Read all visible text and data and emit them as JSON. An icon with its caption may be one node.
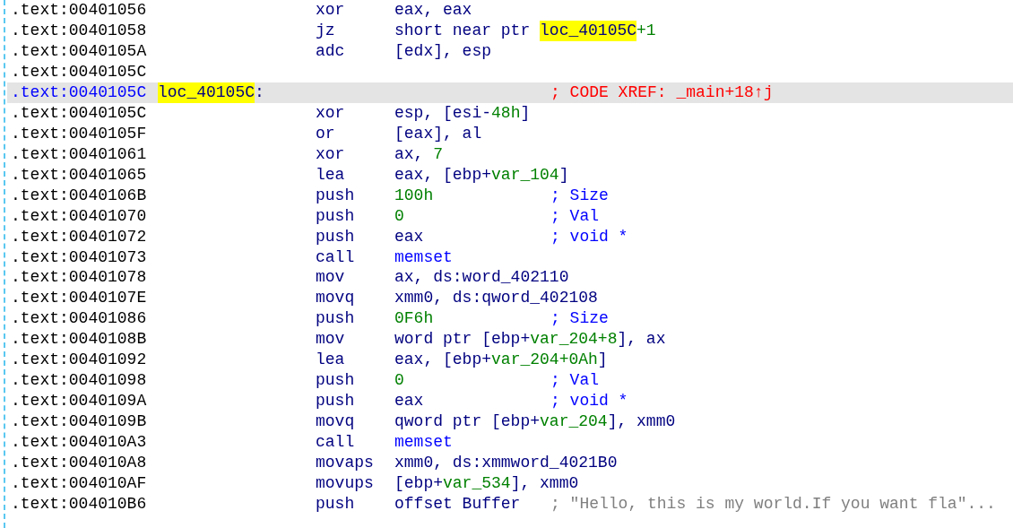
{
  "diagram": {
    "labels": [
      ".text:00401056",
      "xor",
      "eax, eax",
      ".text:00401058",
      "jz",
      "short near ptr",
      "loc_40105C",
      "+1",
      ".text:0040105A",
      "adc",
      "[edx], esp",
      ".text:0040105C",
      ".text:0040105C",
      "loc_40105C",
      ":",
      "; CODE XREF: _main+18↑j",
      ".text:0040105C",
      "xor",
      "esp, [esi-",
      "48h",
      "]",
      ".text:0040105F",
      "or",
      "[eax], al",
      ".text:00401061",
      "xor",
      "ax,",
      "7",
      ".text:00401065",
      "lea",
      "eax, [ebp+",
      "var_104",
      "]",
      ".text:0040106B",
      "push",
      "100h",
      "; Size",
      ".text:00401070",
      "push",
      "0",
      "; Val",
      ".text:00401072",
      "push",
      "eax",
      "; void *",
      ".text:00401073",
      "call",
      "memset",
      ".text:00401078",
      "mov",
      "ax, ds:word_402110",
      ".text:0040107E",
      "movq",
      "xmm0, ds:qword_402108",
      ".text:00401086",
      "push",
      "0F6h",
      "; Size",
      ".text:0040108B",
      "mov",
      "word ptr [ebp+",
      "var_204+8",
      "], ax",
      ".text:00401092",
      "lea",
      "eax, [ebp+",
      "var_204+0Ah",
      "]",
      ".text:00401098",
      "push",
      "0",
      "; Val",
      ".text:0040109A",
      "push",
      "eax",
      "; void *",
      ".text:0040109B",
      "movq",
      "qword ptr [ebp+",
      "var_204",
      "], xmm0",
      ".text:004010A3",
      "call",
      "memset",
      ".text:004010A8",
      "movaps",
      "xmm0, ds:xmmword_4021B0",
      ".text:004010AF",
      "movups",
      "[ebp+",
      "var_534",
      "], xmm0",
      ".text:004010B6",
      "push",
      "offset Buffer",
      "; \"Hello, this is my world.If you want fla\"..."
    ]
  }
}
